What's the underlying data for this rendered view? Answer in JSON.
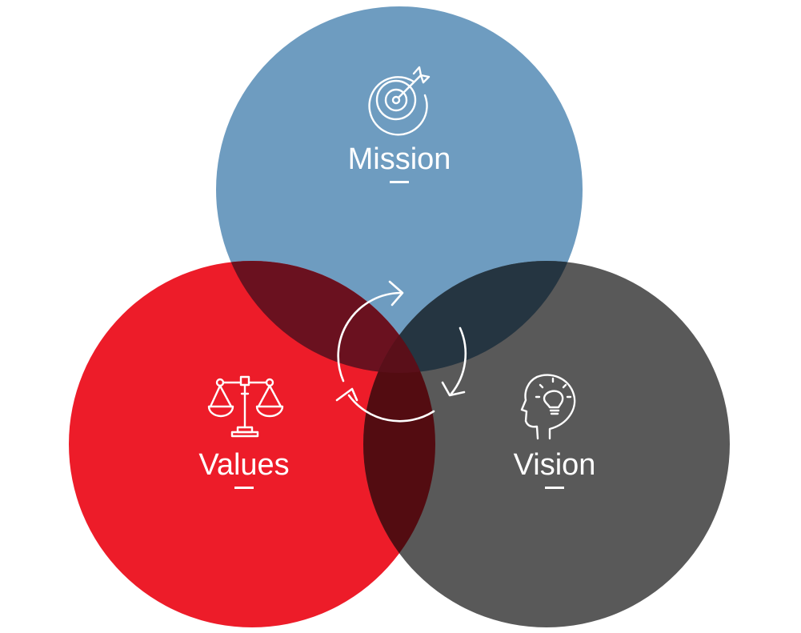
{
  "diagram": {
    "circles": [
      {
        "id": "mission",
        "label": "Mission",
        "icon": "target-arrow-icon",
        "color": "#6e9cc0"
      },
      {
        "id": "values",
        "label": "Values",
        "icon": "scales-of-justice-icon",
        "color": "#ed1c29"
      },
      {
        "id": "vision",
        "label": "Vision",
        "icon": "head-lightbulb-icon",
        "color": "#595959"
      }
    ],
    "overlaps": {
      "mission_values": "#6a111f",
      "mission_vision": "#253541",
      "values_vision": "#530c11",
      "center": "#5a0f19"
    },
    "center_icon": "cycle-arrows-icon"
  }
}
